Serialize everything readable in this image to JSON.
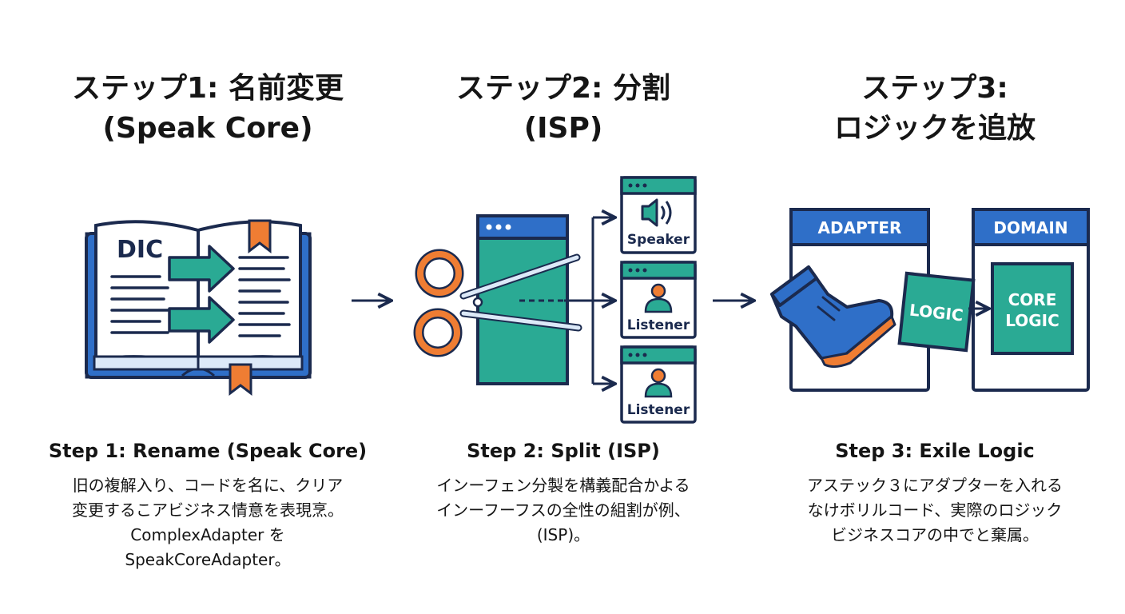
{
  "steps": [
    {
      "title": "ステップ1: 名前変更\n(Speak Core)",
      "caption_title": "Step 1: Rename (Speak Core)",
      "caption_lines": [
        "旧の複解入り、コードを名に、クリア",
        "変更するこアビジネス情意を表現烹。",
        "ComplexAdapter を",
        "SpeakCoreAdapter。"
      ],
      "icon_label": "DIC"
    },
    {
      "title": "ステップ2: 分割\n(ISP)",
      "caption_title": "Step 2: Split (ISP)",
      "caption_lines": [
        "インーフェン分製を構義配合かよる",
        "インーフーフスの全性の組割が例、",
        "(ISP)。"
      ],
      "windows": [
        "Speaker",
        "Listener",
        "Listener"
      ]
    },
    {
      "title": "ステップ3:\nロジックを追放",
      "caption_title": "Step 3: Exile Logic",
      "caption_lines": [
        "アステック３にアダプターを入れる",
        "なけボリルコード、実際のロジック",
        "ビジネスコアの中でと棄属。"
      ],
      "adapter_label": "ADAPTER",
      "domain_label": "DOMAIN",
      "logic_label": "LOGIC",
      "core_label_1": "CORE",
      "core_label_2": "LOGIC"
    }
  ],
  "colors": {
    "navy": "#1b2a4e",
    "blue": "#2f6fc8",
    "teal": "#2aaa94",
    "orange": "#ef7d33",
    "light_blue": "#dce9f8",
    "white": "#ffffff"
  },
  "icons": [
    "open-book-icon",
    "arrow-right-icon",
    "scissors-icon",
    "speaker-icon",
    "person-icon",
    "boot-icon"
  ]
}
